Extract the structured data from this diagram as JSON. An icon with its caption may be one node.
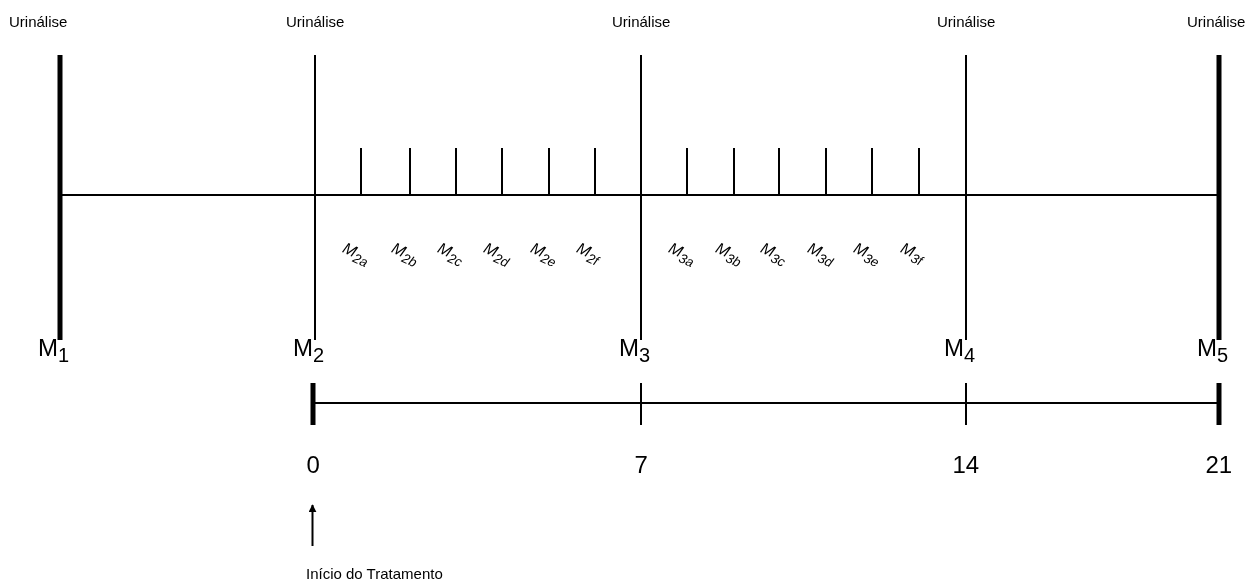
{
  "diagram": {
    "nodes": [
      {
        "text": [
          "Início do Tratamento"
        ]
      },
      {
        "text": [
          "0"
        ]
      }
    ],
    "edges": [
      {
        "from": 0,
        "to": 1,
        "arrow": "to"
      }
    ],
    "labels": [
      "Urinálise",
      "Urinálise",
      "Urinálise",
      "Urinálise",
      "Urinálise",
      "M$_{2a}$",
      "M$_{2b}$",
      "M$_{2c}$",
      "M$_{2d}$",
      "M$_{2e}$",
      "M$_{2f}$",
      "M$_{3a}$",
      "M$_{3b}$",
      "M$_{3c}$",
      "M$_{3d}$",
      "M$_{3e}$",
      "M$_{3f}$",
      "M$_{1}$",
      "M$_{2}$",
      "M$_{3}$",
      "M$_{4}$",
      "M$_{5}$",
      "7",
      "14",
      "21"
    ]
  }
}
